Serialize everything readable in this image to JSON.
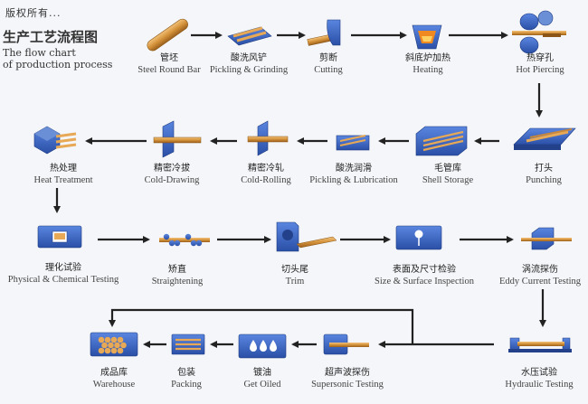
{
  "watermark": "版权所有...",
  "title": {
    "zh": "生产工艺流程图",
    "en_line1": "The flow chart",
    "en_line2": "of production process"
  },
  "colors": {
    "icon_blue": "#3a66c4",
    "icon_dark": "#23408a",
    "copper": "#d4923a",
    "arrow": "#222222",
    "background": "#f4f6f9"
  },
  "steps": [
    {
      "zh": "管坯",
      "en": "Steel Round Bar",
      "icon": "round-bar-icon"
    },
    {
      "zh": "酸洗风铲",
      "en": "Pickling & Grinding",
      "icon": "pickling-icon"
    },
    {
      "zh": "剪断",
      "en": "Cutting",
      "icon": "cutting-icon"
    },
    {
      "zh": "斜底炉加热",
      "en": "Heating",
      "icon": "furnace-icon"
    },
    {
      "zh": "热穿孔",
      "en": "Hot Piercing",
      "icon": "piercing-icon"
    },
    {
      "zh": "打头",
      "en": "Punching",
      "icon": "punching-icon"
    },
    {
      "zh": "毛管库",
      "en": "Shell Storage",
      "icon": "shell-storage-icon"
    },
    {
      "zh": "酸洗润滑",
      "en": "Pickling & Lubrication",
      "icon": "lubrication-icon"
    },
    {
      "zh": "精密冷轧",
      "en": "Cold-Rolling",
      "icon": "cold-rolling-icon"
    },
    {
      "zh": "精密冷拔",
      "en": "Cold-Drawing",
      "icon": "cold-drawing-icon"
    },
    {
      "zh": "热处理",
      "en": "Heat Treatment",
      "icon": "heat-treatment-icon"
    },
    {
      "zh": "理化试验",
      "en": "Physical & Chemical Testing",
      "icon": "lab-testing-icon"
    },
    {
      "zh": "矫直",
      "en": "Straightening",
      "icon": "straightening-icon"
    },
    {
      "zh": "切头尾",
      "en": "Trim",
      "icon": "trim-icon"
    },
    {
      "zh": "表面及尺寸检验",
      "en": "Size & Surface Inspection",
      "icon": "inspection-icon"
    },
    {
      "zh": "涡流探伤",
      "en": "Eddy Current Testing",
      "icon": "eddy-current-icon"
    },
    {
      "zh": "水压试验",
      "en": "Hydraulic Testing",
      "icon": "hydraulic-icon"
    },
    {
      "zh": "超声波探伤",
      "en": "Supersonic Testing",
      "icon": "ultrasonic-icon"
    },
    {
      "zh": "镀油",
      "en": "Get Oiled",
      "icon": "oil-drops-icon"
    },
    {
      "zh": "包装",
      "en": "Packing",
      "icon": "packing-icon"
    },
    {
      "zh": "成品库",
      "en": "Warehouse",
      "icon": "warehouse-icon"
    }
  ]
}
